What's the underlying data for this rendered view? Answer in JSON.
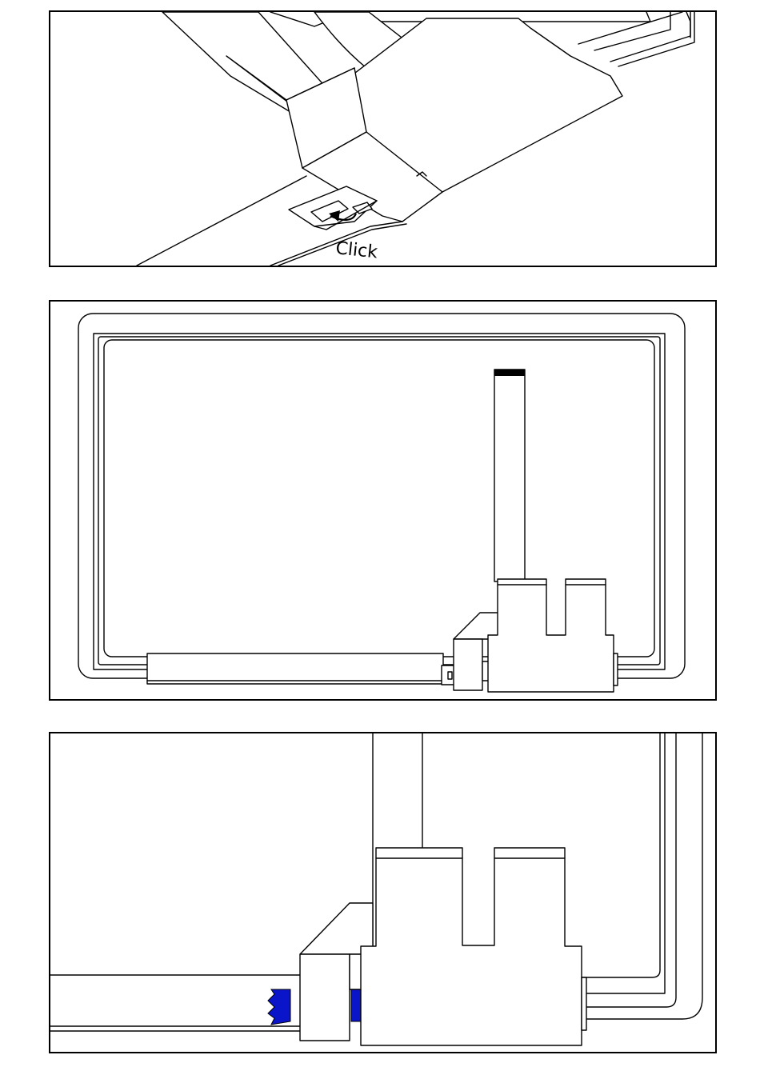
{
  "panels": [
    {
      "id": "step-1",
      "annotation": "Click"
    },
    {
      "id": "step-2"
    },
    {
      "id": "step-3"
    }
  ],
  "colors": {
    "line": "#000000",
    "background": "#ffffff",
    "tape": "#0a14c8"
  },
  "icons": [
    "click-arrow-icon"
  ]
}
